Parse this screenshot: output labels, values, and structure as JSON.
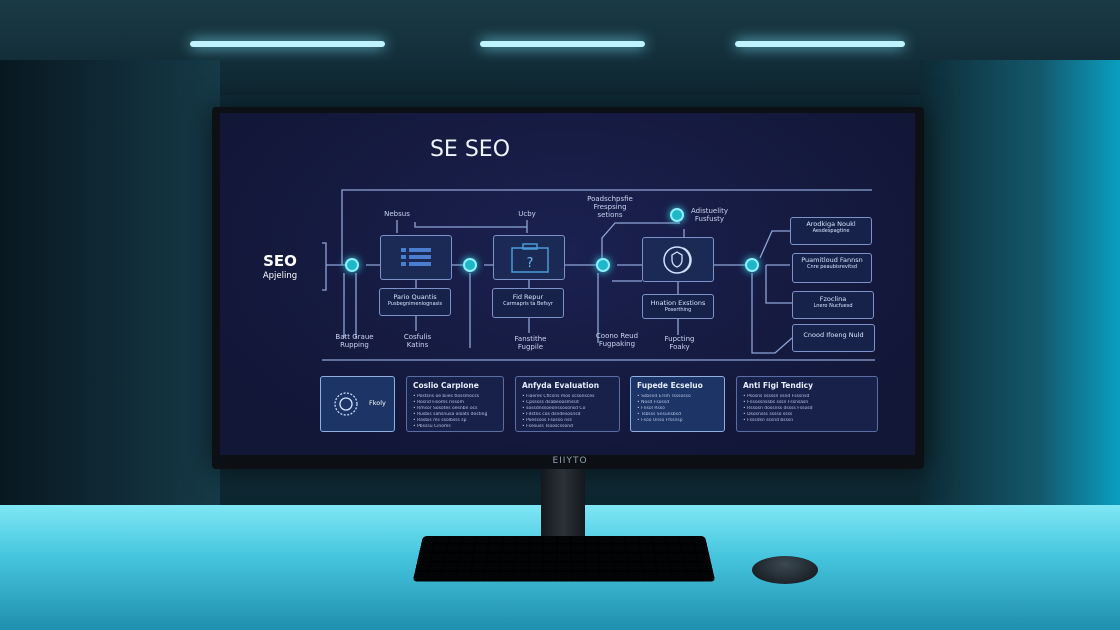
{
  "screen": {
    "title": "SE SEO",
    "left_label": {
      "line1": "SEO",
      "line2": "Apjeling"
    },
    "top_labels": [
      "Nebsus",
      "Ucby",
      "Poadschpsfie Frespsing setions",
      "Adistuelity Fusfusty"
    ],
    "main_boxes": [
      {
        "icon": "list-icon"
      },
      {
        "icon": "briefcase-question-icon",
        "glyph": "?"
      },
      {
        "icon": "shield-circle-icon"
      }
    ],
    "sub_boxes": [
      {
        "title": "Pario Quantis",
        "text": "Pusbegnimeniognasis"
      },
      {
        "title": "Fid Repur",
        "text": "Carmapris ta Befsyr"
      },
      {
        "title": "Hnation Exstions",
        "text": "Poserthing"
      }
    ],
    "bottom_labels": [
      "Batt Graue Rupping",
      "Cosfulis Katins",
      "Fanstithe Fugpile",
      "Coono Reud Fugpaking",
      "Fupcting Foaky"
    ],
    "right_boxes": [
      {
        "title": "Arodkiga Noukl",
        "text": "Aesdespagtine"
      },
      {
        "title": "Puamitloud Fannsn",
        "text": "Cnre peaubisrevitsd"
      },
      {
        "title": "Fzoclina",
        "text": "Lnero Nucfuesd"
      },
      {
        "title": "Cnood Ifoeng Nuld",
        "text": ""
      }
    ],
    "cards": [
      {
        "title": "",
        "label": "Fkoly",
        "items": []
      },
      {
        "title": "Coslio Carplone",
        "items": [
          "Postsns oe biies tlossmocss",
          "Rosnd Fisoms rissom",
          "Rmsor Sosotes oesnbn ocs",
          "Rusbis sahsnusa oloats dosting",
          "Rasbis ms ssolbsss sp",
          "Pbsssu Cinoms"
        ]
      },
      {
        "title": "Anfyda Evaluation",
        "items": [
          "Fiaeres Cficsns mos scsonsces",
          "Cpsssss dsabeoosmssd",
          "sossdnssoeonssosonsd Co",
          "Fdstns cos dsndesosnsd",
          "Poesssos Fsosso nss",
          "Fsesuss Tsooscssond"
        ]
      },
      {
        "title": "Fupede Ecseluo",
        "items": [
          "Ssbsnd Ersm   Tsssosso",
          "Nosd          Fsossd",
          "Fnsol   Rsso",
          "Tsbsss  Snsunsbsd",
          "Fsoo Unso  Ffssnsp"
        ]
      },
      {
        "title": "Anti Figi Tendicy",
        "items": [
          "Psosns sssssn ssnd   Fsssnsd",
          "Fnsossnssbs sssn   Fssnsasn",
          "Rssosn dossnss dssss  Fssosd",
          "Dsosnsss sssso ssss",
          "Fsssdsn sssnd bsssn"
        ]
      }
    ]
  },
  "monitor": {
    "brand": "EIIYTO"
  },
  "colors": {
    "screen_bg": "#121637",
    "node": "#1fb6c9",
    "accent_glow": "#7fe6ff",
    "desk": "#47c6df"
  }
}
